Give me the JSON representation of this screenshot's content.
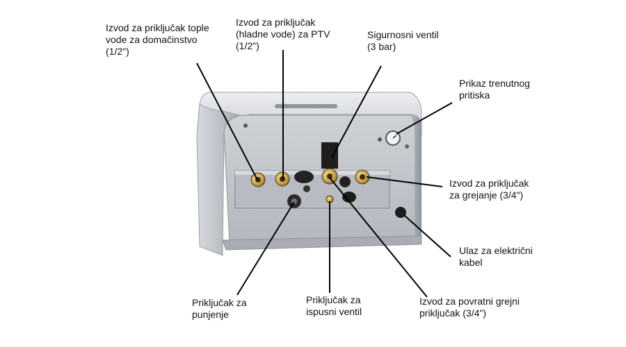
{
  "labels": {
    "hot_water": [
      "Izvod za priključak  tople",
      "vode za domačinstvo",
      "(1/2\")"
    ],
    "cold_water": [
      "Izvod za priključak",
      "(hladne vode) za PTV",
      "(1/2\")"
    ],
    "safety_valve": [
      "Sigurnosni ventil",
      "(3 bar)"
    ],
    "pressure_display": [
      "Prikaz trenutnog",
      "pritiska"
    ],
    "heating_outlet": [
      "Izvod za priključak",
      "za grejanje (3/4\")"
    ],
    "power_cable": [
      "Ulaz za električni",
      "kabel"
    ],
    "return_heating": [
      "Izvod za povratni grejni",
      "priključak (3/4\")"
    ],
    "drain_valve": [
      "Priključak za",
      "ispusni ventil"
    ],
    "filling": [
      "Priključak za",
      "punjenje"
    ]
  },
  "colors": {
    "casing_light": "#d9dbe0",
    "casing_dark": "#9ea3ab",
    "panel": "#c3c6cc",
    "brass": "#c8a24a",
    "leader": "#000000"
  }
}
